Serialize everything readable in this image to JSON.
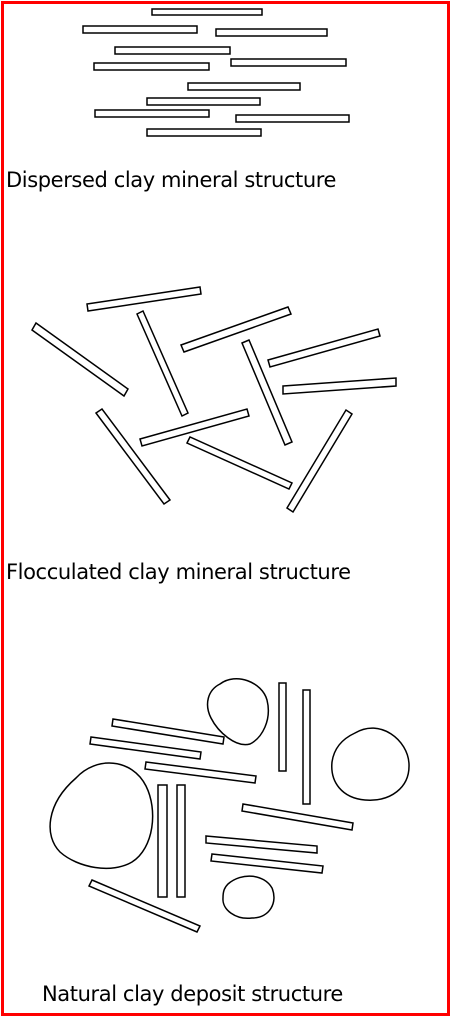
{
  "captions": {
    "dispersed": "Dispersed clay mineral structure",
    "flocculated": "Flocculated clay mineral structure",
    "natural": "Natural clay deposit structure"
  },
  "colors": {
    "frame": "#ff0000",
    "stroke": "#000000",
    "background": "#ffffff"
  }
}
